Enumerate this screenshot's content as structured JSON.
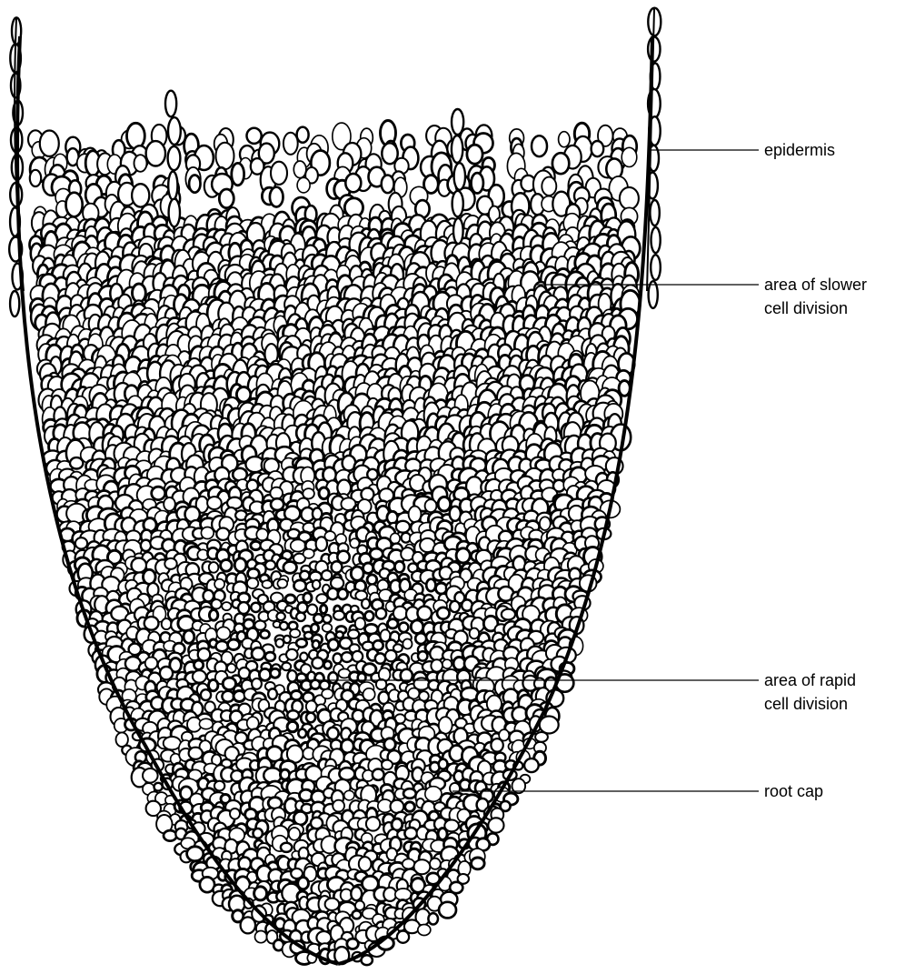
{
  "labels": {
    "epidermis": [
      "epidermis"
    ],
    "slower": [
      "area of slower",
      "cell division"
    ],
    "rapid": [
      "area of rapid",
      "cell division"
    ],
    "root_cap": [
      "root cap"
    ]
  },
  "colors": {
    "ink": "#000000",
    "background": "#ffffff"
  }
}
